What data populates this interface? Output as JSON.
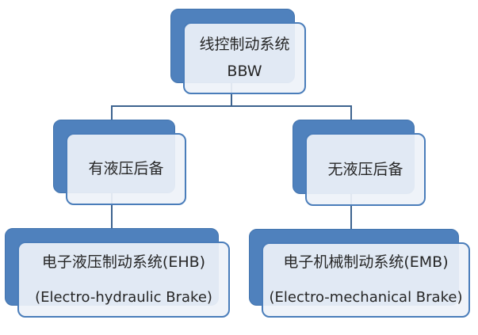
{
  "diagram": {
    "type": "hierarchy-org-chart",
    "background": "#ffffff",
    "nodes": {
      "root": {
        "line1": "线控制动系统",
        "line2": "BBW"
      },
      "left": {
        "line1": "有液压后备"
      },
      "right": {
        "line1": "无液压后备"
      },
      "left_child": {
        "line1": "电子液压制动系统(EHB)",
        "line2": "(Electro-hydraulic Brake)"
      },
      "right_child": {
        "line1": "电子机械制动系统(EMB)",
        "line2": "(Electro-mechanical Brake)"
      }
    },
    "hierarchy": {
      "root": "线控制动系统 BBW",
      "children": [
        {
          "label": "有液压后备",
          "child": "电子液压制动系统(EHB) (Electro-hydraulic Brake)"
        },
        {
          "label": "无液压后备",
          "child": "电子机械制动系统(EMB) (Electro-mechanical Brake)"
        }
      ]
    },
    "colors": {
      "shadow_panel_fill": "#4f81bd",
      "shadow_panel_border": "#4374ae",
      "front_panel_fill": "#eef2f9",
      "front_panel_border": "#4a7dba",
      "connector": "#3d638f",
      "text": "#262626"
    }
  }
}
